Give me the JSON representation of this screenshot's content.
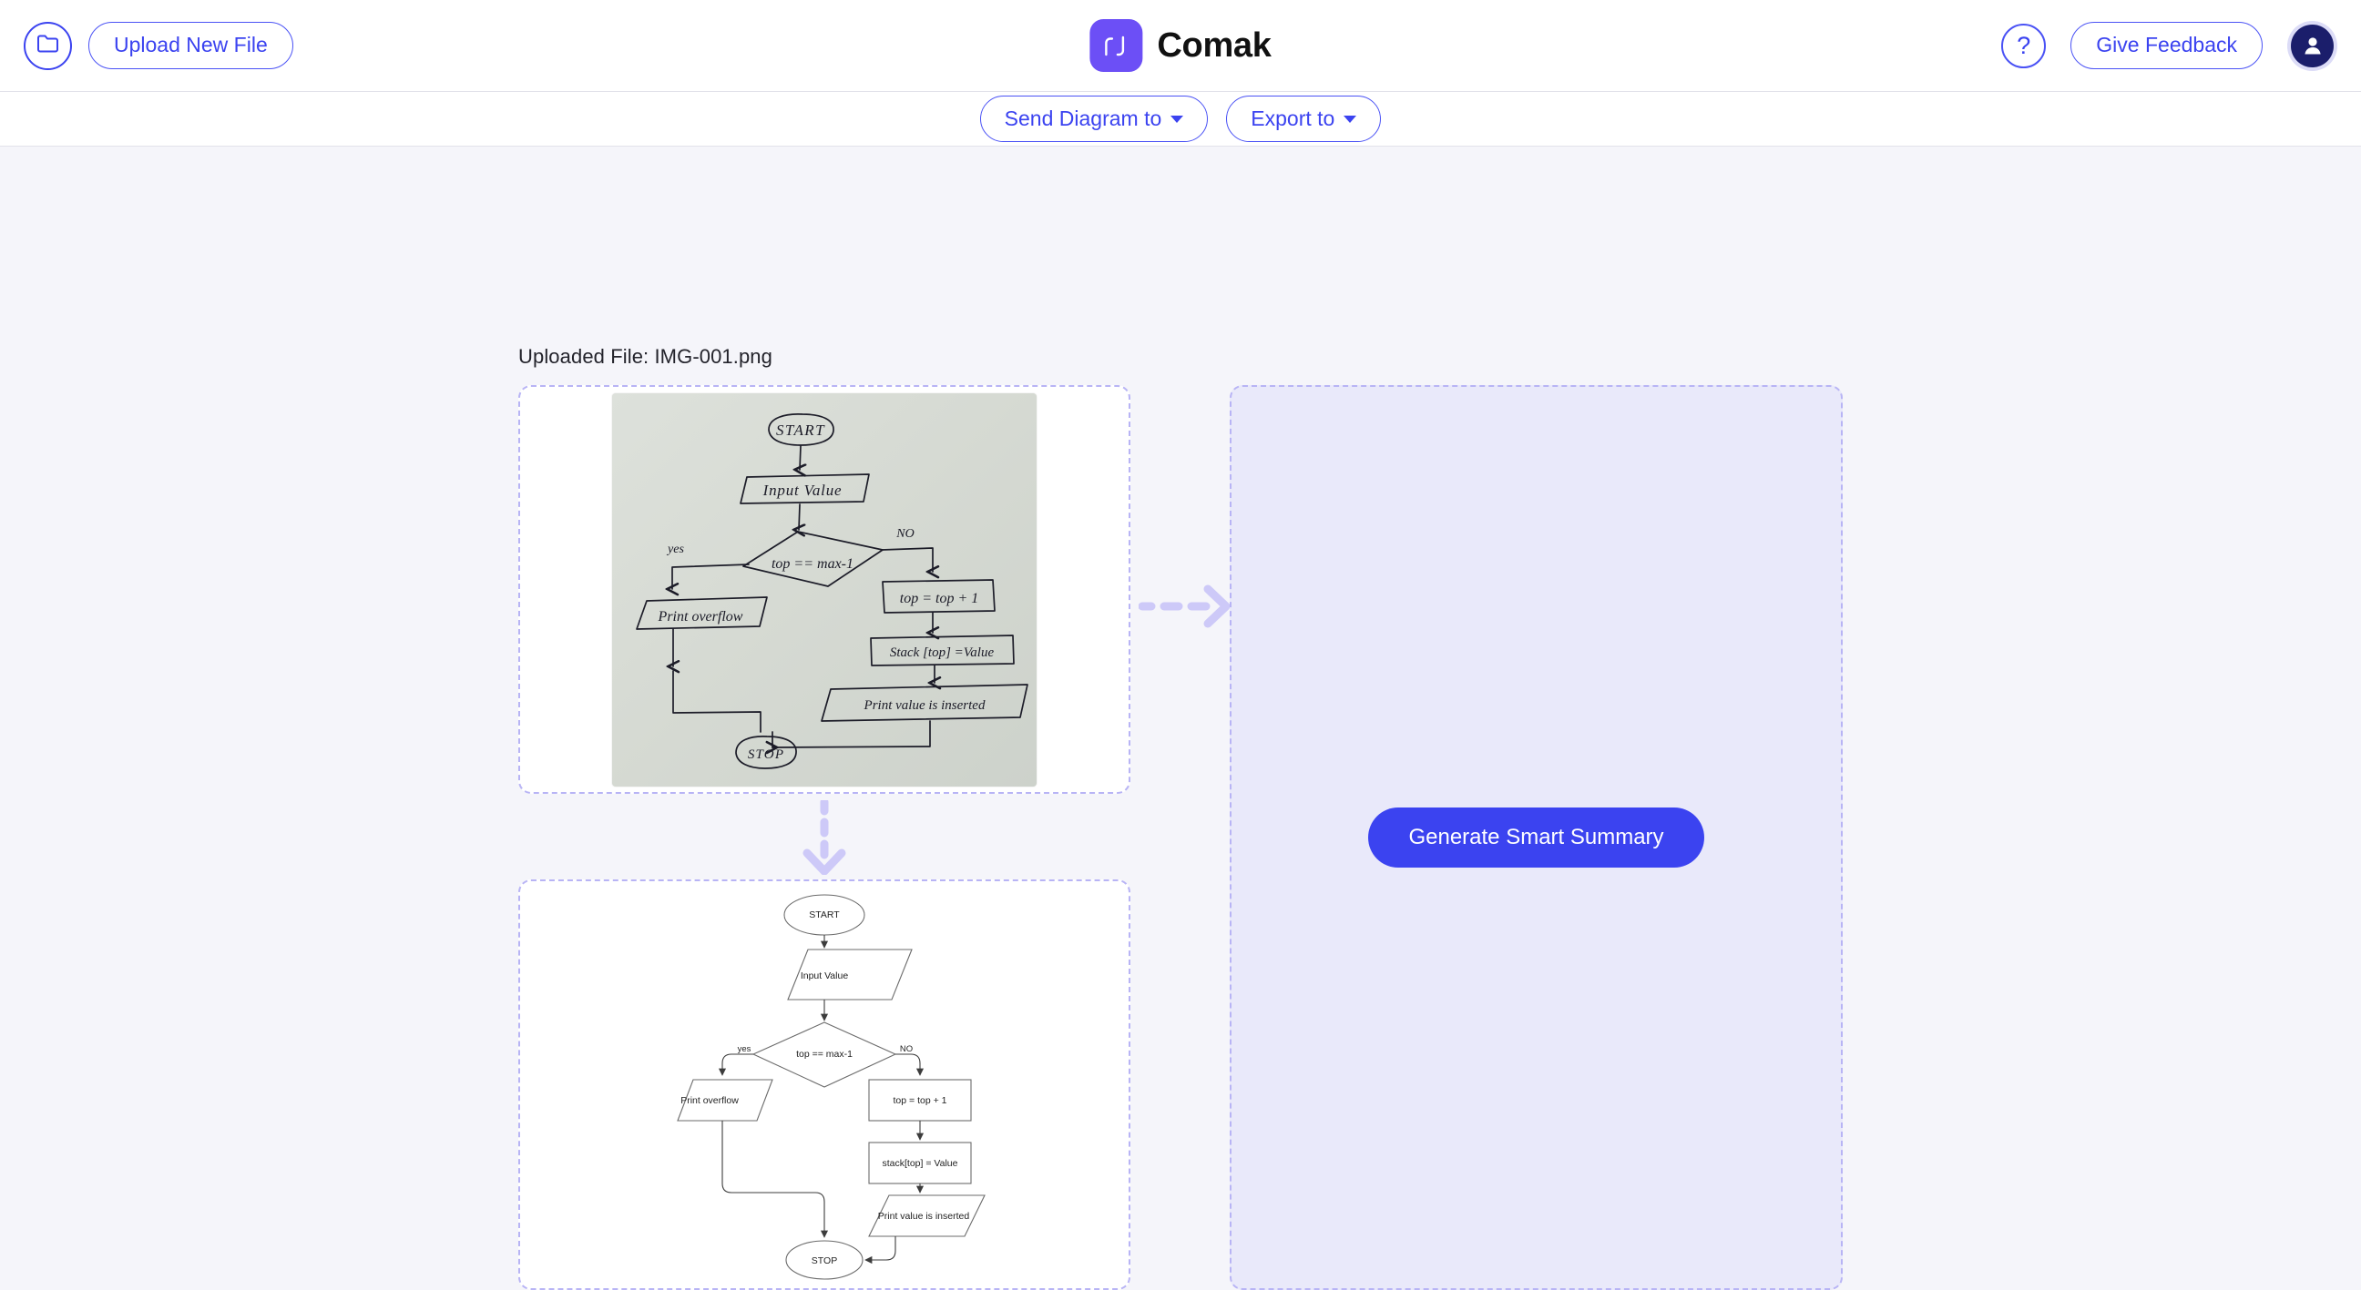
{
  "header": {
    "folder_icon": "folder-icon",
    "upload_label": "Upload New File",
    "brand_name": "Comak",
    "brand_mark_glyph": "rJ",
    "help_label": "?",
    "feedback_label": "Give Feedback",
    "avatar_icon": "user-avatar-icon"
  },
  "toolbar": {
    "send_diagram_label": "Send Diagram to",
    "export_label": "Export to"
  },
  "main": {
    "file_label": "Uploaded File: IMG-001.png",
    "summary_button_label": "Generate Smart Summary"
  },
  "colors": {
    "accent": "#3b43f0",
    "accent_light": "#b8b4f5",
    "brand_mark_bg": "#6c4ff6",
    "panel_summary_bg": "#e9e9fa",
    "page_bg": "#f5f5fa",
    "avatar_bg": "#1b1e6b"
  },
  "chart_data": {
    "type": "diagram",
    "title": "Stack Push Operation Flowchart",
    "original": {
      "style": "hand-drawn photo",
      "nodes": [
        {
          "id": "start",
          "shape": "oval",
          "text": "START"
        },
        {
          "id": "input",
          "shape": "parallelogram",
          "text": "Input  Value"
        },
        {
          "id": "decision",
          "shape": "diamond",
          "text": "top == max-1"
        },
        {
          "id": "overflow",
          "shape": "parallelogram",
          "text": "Print overflow"
        },
        {
          "id": "incr",
          "shape": "rectangle",
          "text": "top = top + 1"
        },
        {
          "id": "assign",
          "shape": "rectangle",
          "text": "Stack [top] =Value"
        },
        {
          "id": "inserted",
          "shape": "parallelogram",
          "text": "Print value is inserted"
        },
        {
          "id": "stop",
          "shape": "oval",
          "text": "STOP"
        }
      ],
      "edges": [
        {
          "from": "start",
          "to": "input",
          "label": ""
        },
        {
          "from": "input",
          "to": "decision",
          "label": ""
        },
        {
          "from": "decision",
          "to": "overflow",
          "label": "yes"
        },
        {
          "from": "decision",
          "to": "incr",
          "label": "NO"
        },
        {
          "from": "incr",
          "to": "assign",
          "label": ""
        },
        {
          "from": "assign",
          "to": "inserted",
          "label": ""
        },
        {
          "from": "overflow",
          "to": "stop",
          "label": ""
        },
        {
          "from": "inserted",
          "to": "stop",
          "label": ""
        }
      ]
    },
    "converted": {
      "style": "digital flowchart",
      "nodes": [
        {
          "id": "start",
          "shape": "oval",
          "text": "START"
        },
        {
          "id": "input",
          "shape": "parallelogram",
          "text": "Input Value"
        },
        {
          "id": "decision",
          "shape": "diamond",
          "text": "top == max-1"
        },
        {
          "id": "overflow",
          "shape": "parallelogram",
          "text": "Print overflow"
        },
        {
          "id": "incr",
          "shape": "rectangle",
          "text": "top = top + 1"
        },
        {
          "id": "assign",
          "shape": "rectangle",
          "text": "stack[top] = Value"
        },
        {
          "id": "inserted",
          "shape": "parallelogram",
          "text": "Print value is inserted"
        },
        {
          "id": "stop",
          "shape": "oval",
          "text": "STOP"
        }
      ],
      "edges": [
        {
          "from": "start",
          "to": "input",
          "label": ""
        },
        {
          "from": "input",
          "to": "decision",
          "label": ""
        },
        {
          "from": "decision",
          "to": "overflow",
          "label": "yes"
        },
        {
          "from": "decision",
          "to": "incr",
          "label": "NO"
        },
        {
          "from": "incr",
          "to": "assign",
          "label": ""
        },
        {
          "from": "assign",
          "to": "inserted",
          "label": ""
        },
        {
          "from": "overflow",
          "to": "stop",
          "label": ""
        },
        {
          "from": "inserted",
          "to": "stop",
          "label": ""
        }
      ]
    }
  }
}
